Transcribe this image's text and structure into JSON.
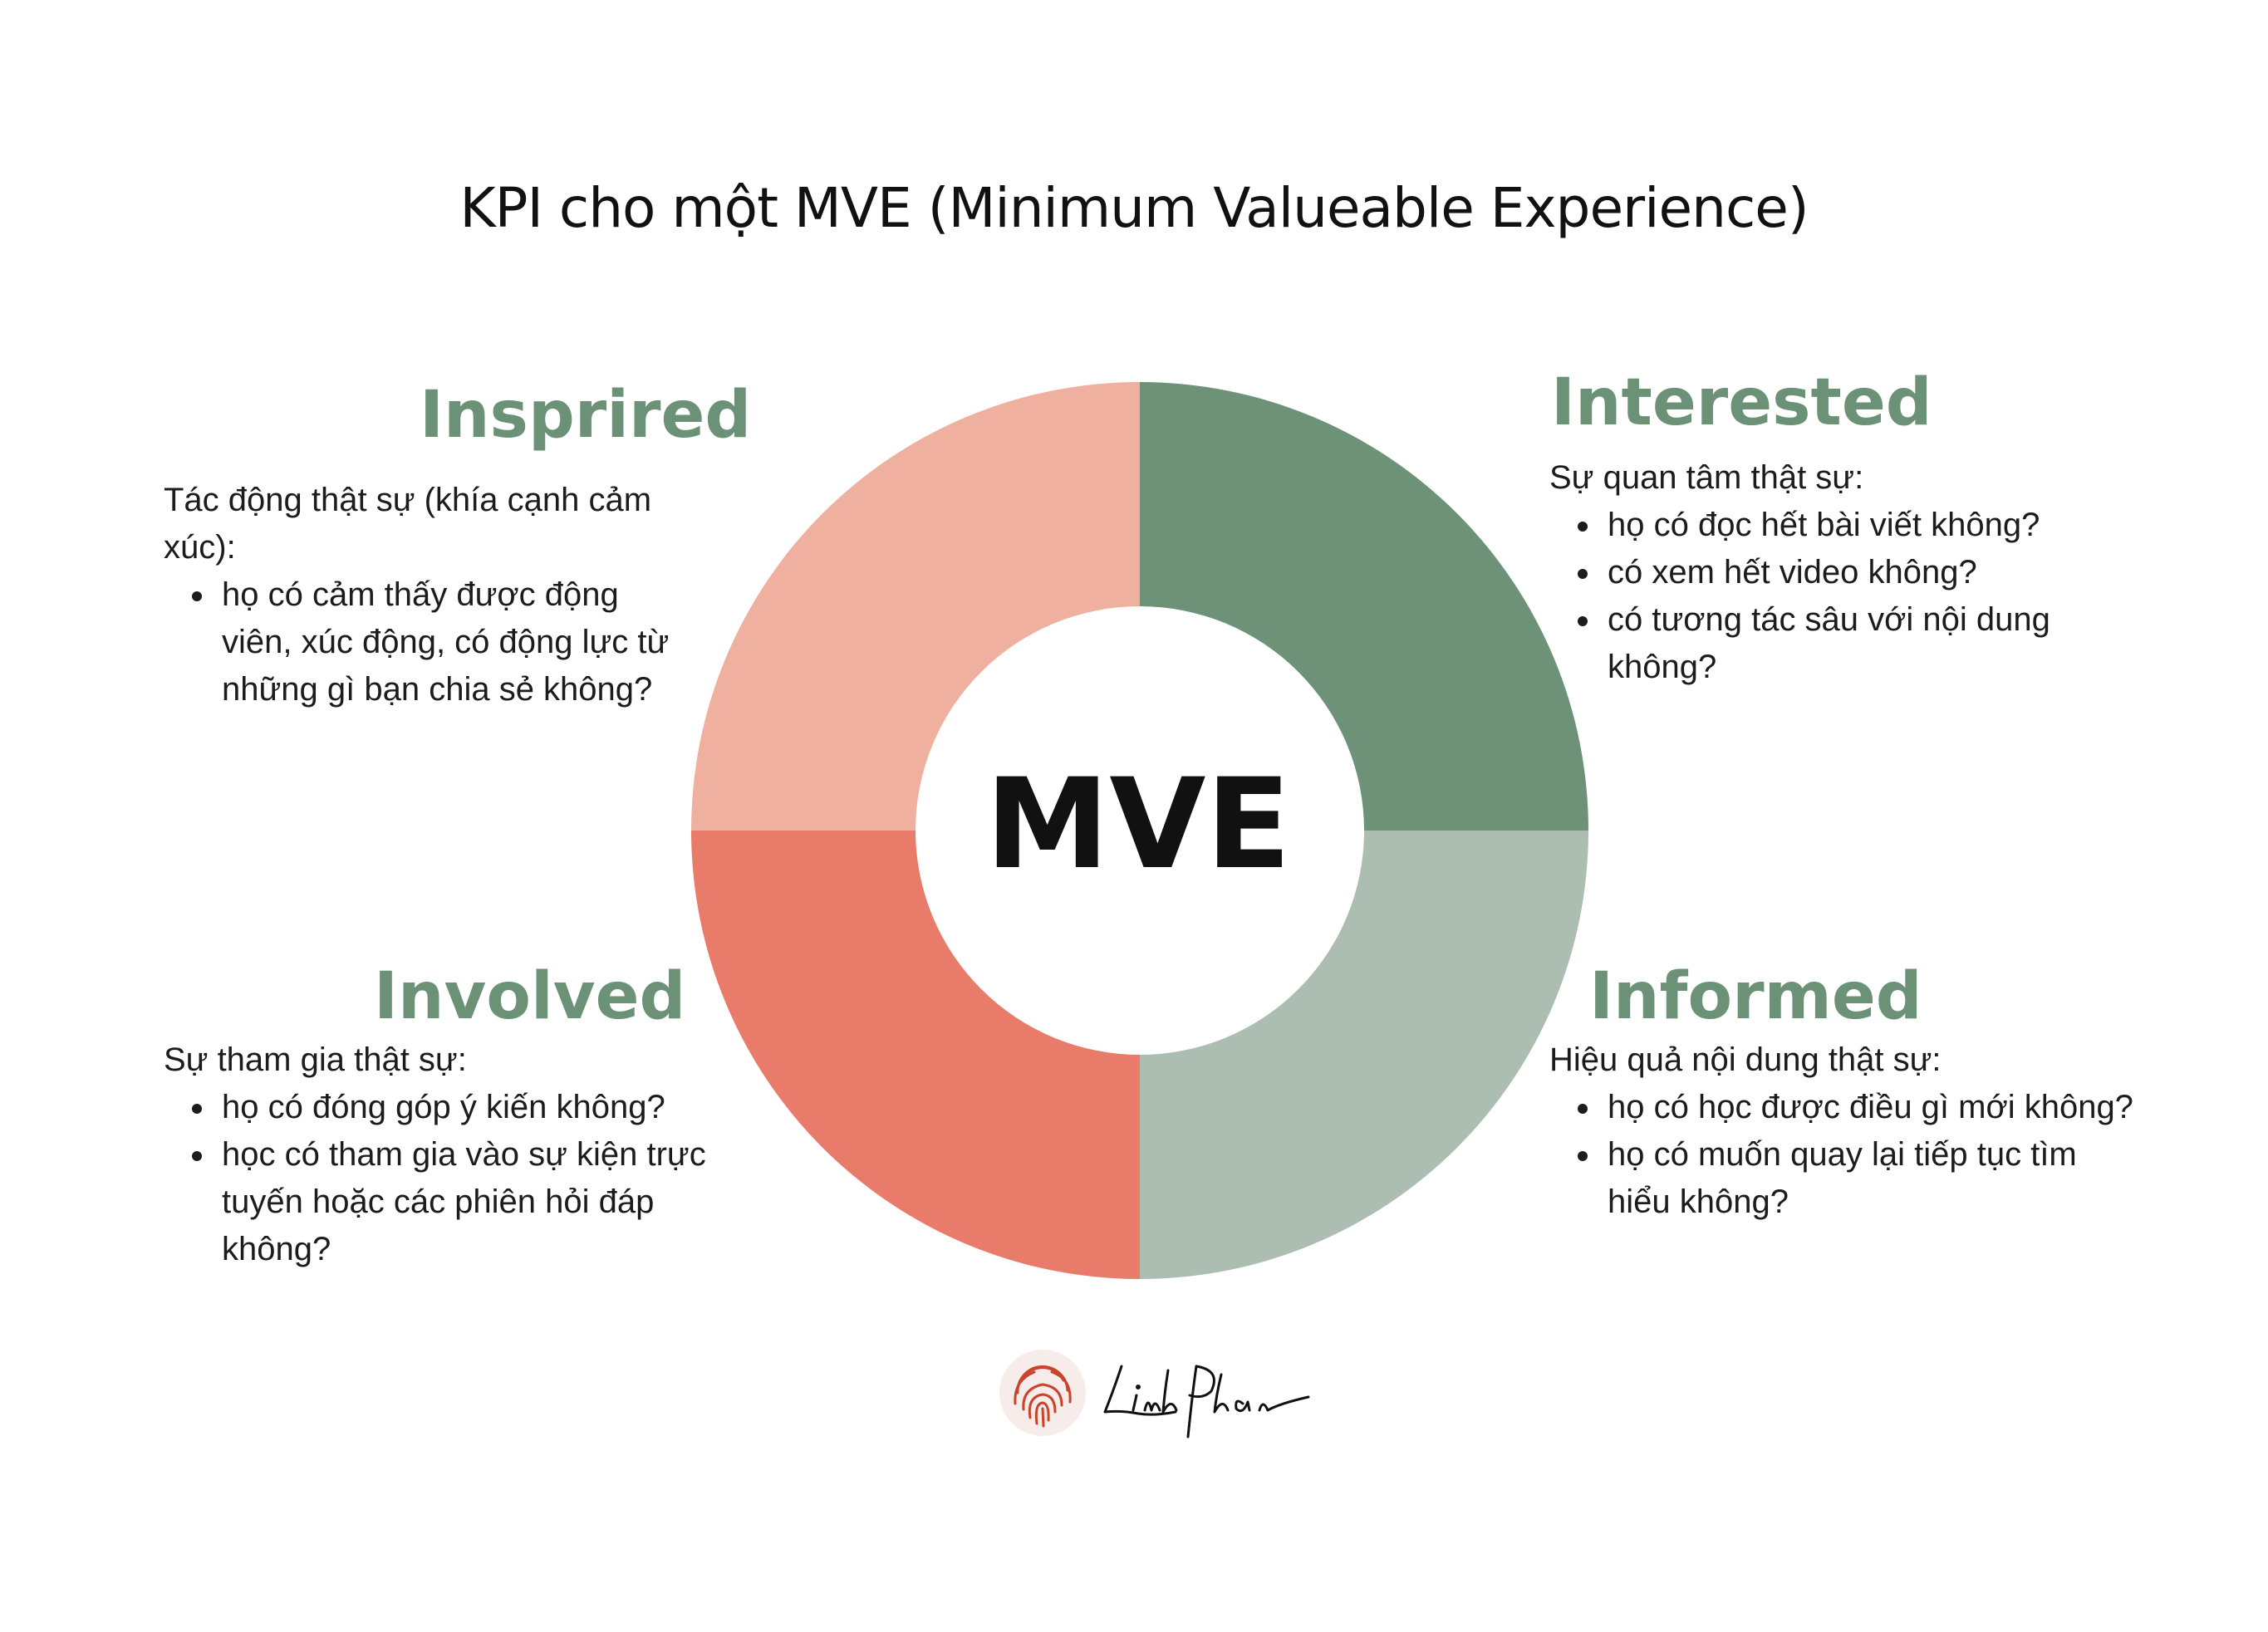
{
  "title": "KPI cho một MVE (Minimum Valueable Experience)",
  "center_label": "MVE",
  "colors": {
    "inspired": "#efb0a0",
    "interested": "#6d9277",
    "involved": "#e87b69",
    "informed": "#acbeb1",
    "heading": "#6b9276"
  },
  "quadrants": {
    "inspired": {
      "heading": "Insprired",
      "intro": "Tác động thật sự (khía cạnh cảm xúc):",
      "bullets": [
        "họ có cảm thấy được động viên, xúc động, có động lực từ những gì bạn chia sẻ không?"
      ]
    },
    "interested": {
      "heading": "Interested",
      "intro": "Sự quan tâm thật sự:",
      "bullets": [
        "họ có đọc hết bài viết không?",
        "có xem hết video không?",
        "có tương tác sâu với nội dung không?"
      ]
    },
    "involved": {
      "heading": "Involved",
      "intro": "Sự tham gia thật sự:",
      "bullets": [
        "họ có đóng góp ý kiến không?",
        "học có tham gia vào sự kiện trực tuyến hoặc các phiên hỏi đáp không?"
      ]
    },
    "informed": {
      "heading": "Informed",
      "intro": "Hiệu quả nội dung thật sự:",
      "bullets": [
        "họ có học được điều gì mới không?",
        "họ có muốn quay lại tiếp tục tìm hiểu không?"
      ]
    }
  },
  "footer": {
    "logo_icon": "fingerprint-icon",
    "signature_text": "Linh Phan"
  }
}
